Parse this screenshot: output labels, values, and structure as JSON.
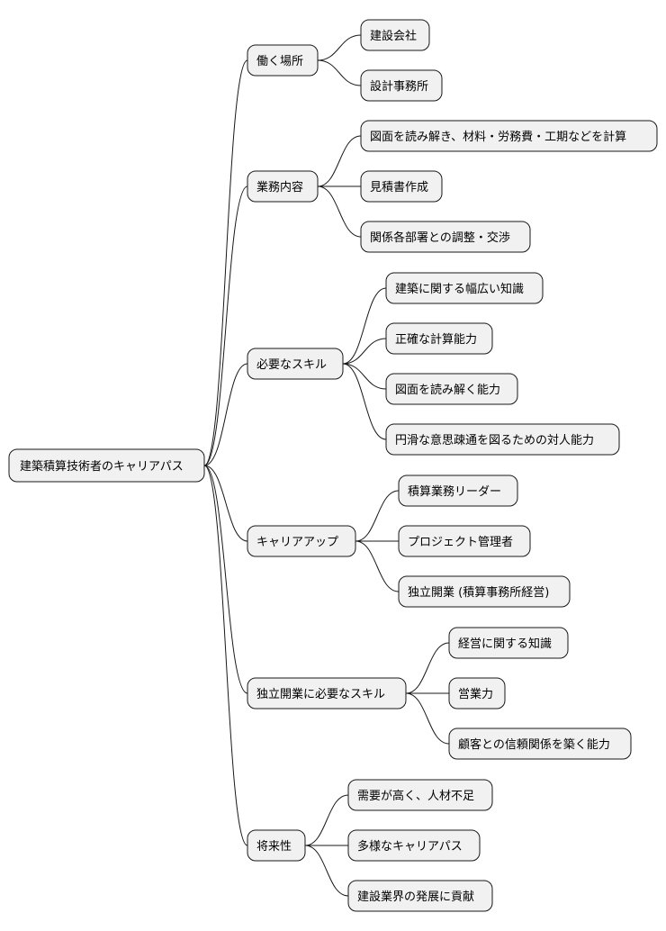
{
  "root": {
    "label": "建築積算技術者のキャリアパス"
  },
  "branches": [
    {
      "label": "働く場所",
      "children": [
        "建設会社",
        "設計事務所"
      ]
    },
    {
      "label": "業務内容",
      "children": [
        "図面を読み解き、材料・労務費・工期などを計算",
        "見積書作成",
        "関係各部署との調整・交渉"
      ]
    },
    {
      "label": "必要なスキル",
      "children": [
        "建築に関する幅広い知識",
        "正確な計算能力",
        "図面を読み解く能力",
        "円滑な意思疎通を図るための対人能力"
      ]
    },
    {
      "label": "キャリアアップ",
      "children": [
        "積算業務リーダー",
        "プロジェクト管理者",
        "独立開業 (積算事務所経営)"
      ]
    },
    {
      "label": "独立開業に必要なスキル",
      "children": [
        "経営に関する知識",
        "営業力",
        "顧客との信頼関係を築く能力"
      ]
    },
    {
      "label": "将来性",
      "children": [
        "需要が高く、人材不足",
        "多様なキャリアパス",
        "建設業界の発展に貢献"
      ]
    }
  ]
}
